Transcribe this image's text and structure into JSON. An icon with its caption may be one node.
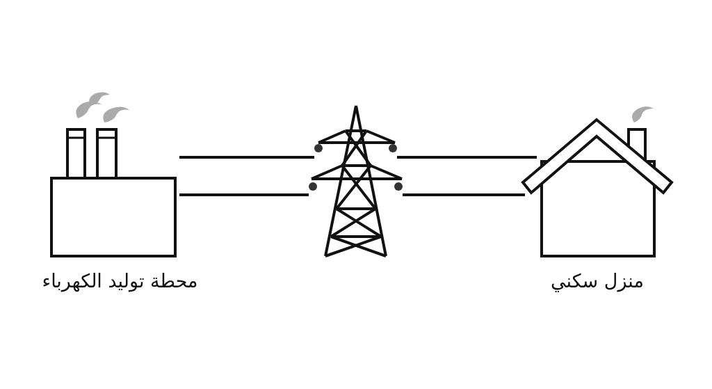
{
  "diagram": {
    "nodes": [
      {
        "text": [
          "محطة توليد الكهرباء"
        ]
      },
      {
        "text": [],
        "shape": "picture"
      },
      {
        "text": [
          "منزل سكني"
        ]
      }
    ],
    "edges": [
      {
        "from": 0,
        "to": 1,
        "arrow": "none"
      },
      {
        "from": 0,
        "to": 1,
        "arrow": "none"
      },
      {
        "from": 1,
        "to": 2,
        "arrow": "none"
      },
      {
        "from": 1,
        "to": 2,
        "arrow": "none"
      }
    ]
  }
}
